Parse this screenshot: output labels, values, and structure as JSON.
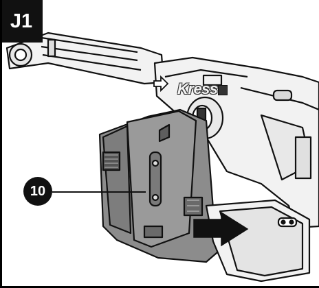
{
  "figure": {
    "label": "J1",
    "callout_number": "10",
    "brand_text": "Kress"
  },
  "colors": {
    "background": "#ffffff",
    "line": "#111111",
    "panel_fill": "#8c8c8c",
    "panel_dark": "#5e5e5e",
    "tool_fill": "#f2f2f2",
    "arrow_fill": "#111111"
  },
  "icons": [
    "insertion-arrow-icon",
    "direction-arrow-icon",
    "leader-line"
  ]
}
